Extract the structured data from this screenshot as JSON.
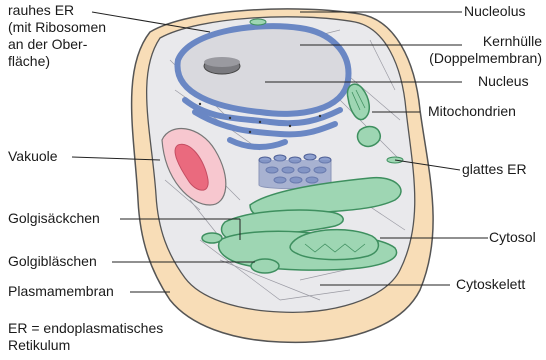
{
  "labels": {
    "rauhes_er": "rauhes ER\n(mit Ribosomen\nan der Ober-\nfläche)",
    "vakuole": "Vakuole",
    "golgisaeckchen": "Golgisäckchen",
    "golgiblaeschen": "Golgibläschen",
    "plasmamembran": "Plasmamembran",
    "er_legend": "ER = endoplasmatisches\n       Retikulum",
    "nucleolus": "Nucleolus",
    "kernhuelle": "Kernhülle\n(Doppelmembran)",
    "nucleus": "Nucleus",
    "mitochondrien": "Mitochondrien",
    "glattes_er": "glattes ER",
    "cytosol": "Cytosol",
    "cytoskelett": "Cytoskelett"
  },
  "colors": {
    "cell_wall_outer": "#f8ddb7",
    "cytoplasm": "#e9e9ec",
    "nucleus": "#d9d9de",
    "rough_er": "#6a87c4",
    "vacuole_outer": "#f7c7cf",
    "vacuole_inner": "#ea6a7e",
    "golgi": "#77c39a",
    "smooth_er": "#7d8fc0",
    "mitochondria": "#9ed6b3",
    "outline": "#555555"
  }
}
